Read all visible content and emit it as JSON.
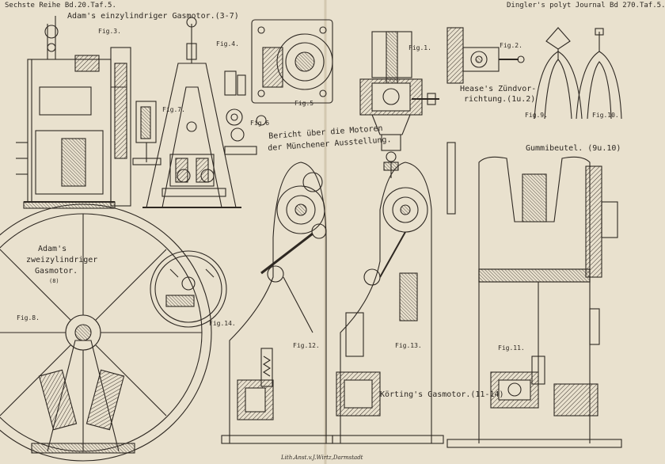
{
  "header": {
    "left": "Sechste Reihe Bd.20.Taf.5.",
    "right": "Dingler's polyt Journal Bd 270.Taf.5."
  },
  "titles": {
    "adam_single": "Adam's einzylindriger Gasmotor.(3-7)",
    "adam_twin_1": "Adam's",
    "adam_twin_2": "zweizylindriger",
    "adam_twin_3": "Gasmotor.",
    "adam_twin_4": "(8)",
    "report_1": "Bericht über die Motoren",
    "report_2": "der Münchener Ausstellung.",
    "hease_1": "Hease's Zündvor-",
    "hease_2": "richtung.(1u.2)",
    "gummibeutel": "Gummibeutel. (9u.10)",
    "koerting": "Körting's Gasmotor.(11-14)"
  },
  "figures": {
    "fig3": "Fig.3.",
    "fig4": "Fig.4.",
    "fig5": "Fig.5",
    "fig6": "Fig.6",
    "fig7": "Fig.7.",
    "fig1": "Fig.1.",
    "fig2": "Fig.2.",
    "fig9": "Fig.9.",
    "fig10": "Fig.10.",
    "fig8": "Fig.8.",
    "fig14": "Fig.14.",
    "fig12": "Fig.12.",
    "fig13": "Fig.13.",
    "fig11": "Fig.11."
  },
  "footer": "Lith.Anst.v.J.Wirtz,Darmstadt",
  "colors": {
    "paper": "#e9e1ce",
    "ink": "#2a2520"
  }
}
